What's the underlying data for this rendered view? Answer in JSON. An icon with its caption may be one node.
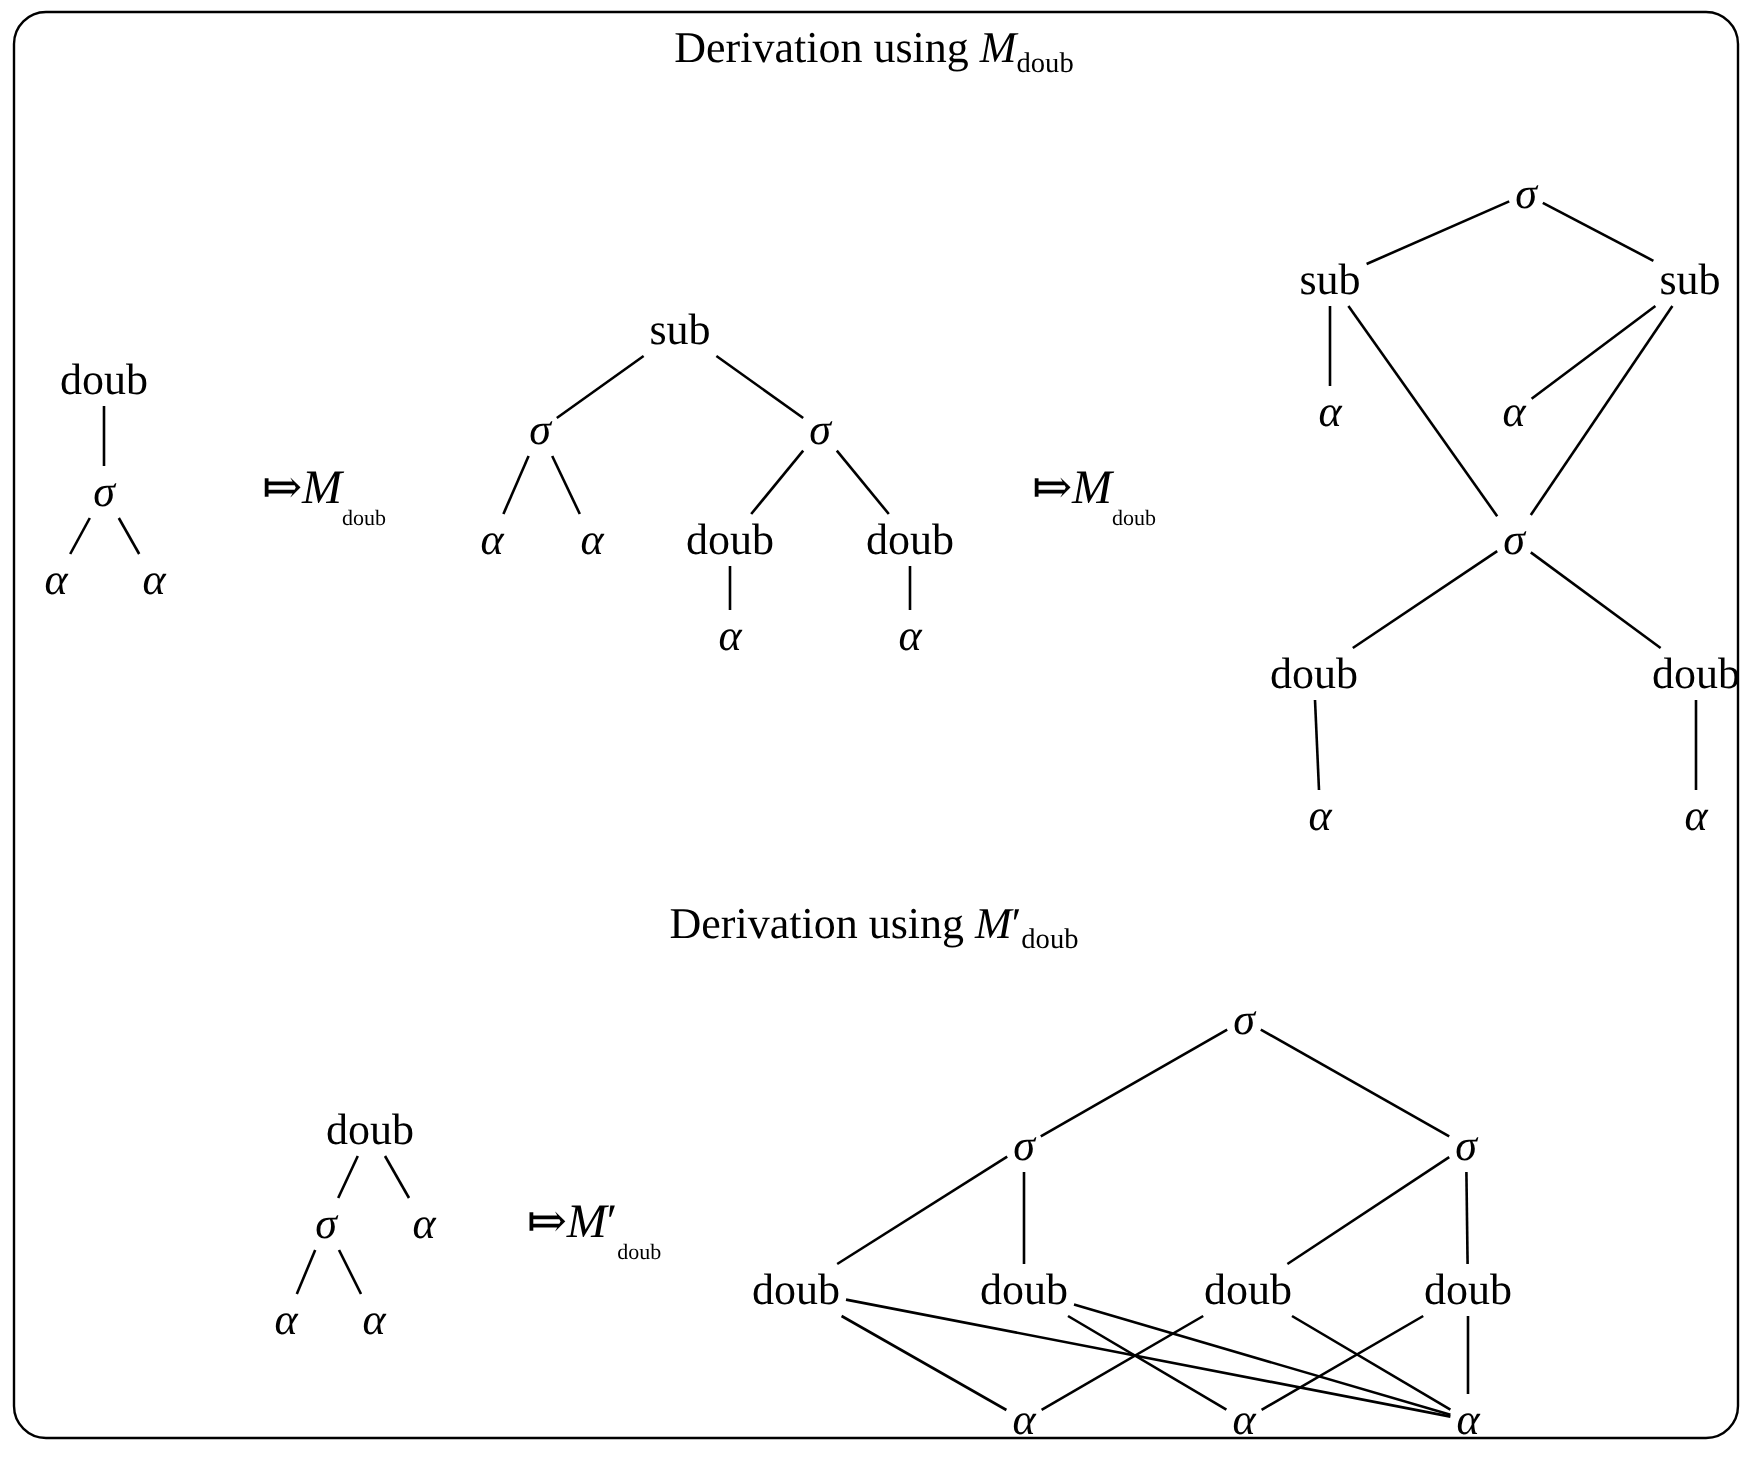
{
  "diagram": {
    "title": "Derivation using *M*$_{doub}$",
    "nodes": [
      {
        "text": [
          "doub"
        ]
      },
      {
        "text": [
          "σ"
        ]
      },
      {
        "text": [
          "α"
        ]
      },
      {
        "text": [
          "α"
        ]
      },
      {
        "text": [
          "sub"
        ]
      },
      {
        "text": [
          "σ"
        ]
      },
      {
        "text": [
          "σ"
        ]
      },
      {
        "text": [
          "α"
        ]
      },
      {
        "text": [
          "α"
        ]
      },
      {
        "text": [
          "doub"
        ]
      },
      {
        "text": [
          "doub"
        ]
      },
      {
        "text": [
          "α"
        ]
      },
      {
        "text": [
          "α"
        ]
      },
      {
        "text": [
          "σ"
        ]
      },
      {
        "text": [
          "sub"
        ]
      },
      {
        "text": [
          "sub"
        ]
      },
      {
        "text": [
          "α"
        ]
      },
      {
        "text": [
          "α"
        ]
      },
      {
        "text": [
          "σ"
        ]
      },
      {
        "text": [
          "doub"
        ]
      },
      {
        "text": [
          "doub"
        ]
      },
      {
        "text": [
          "α"
        ]
      },
      {
        "text": [
          "α"
        ]
      },
      {
        "text": [
          "doub"
        ]
      },
      {
        "text": [
          "σ"
        ]
      },
      {
        "text": [
          "α"
        ]
      },
      {
        "text": [
          "α"
        ]
      },
      {
        "text": [
          "α"
        ]
      },
      {
        "text": [
          "σ"
        ]
      },
      {
        "text": [
          "σ"
        ]
      },
      {
        "text": [
          "σ"
        ]
      },
      {
        "text": [
          "doub"
        ]
      },
      {
        "text": [
          "doub"
        ]
      },
      {
        "text": [
          "doub"
        ]
      },
      {
        "text": [
          "doub"
        ]
      },
      {
        "text": [
          "α"
        ]
      },
      {
        "text": [
          "α"
        ]
      },
      {
        "text": [
          "α"
        ]
      }
    ],
    "edges": [
      {
        "from": 0,
        "to": 1,
        "arrow": "none"
      },
      {
        "from": 1,
        "to": 2,
        "arrow": "none"
      },
      {
        "from": 1,
        "to": 3,
        "arrow": "none"
      },
      {
        "from": 4,
        "to": 5,
        "arrow": "none"
      },
      {
        "from": 4,
        "to": 6,
        "arrow": "none"
      },
      {
        "from": 5,
        "to": 7,
        "arrow": "none"
      },
      {
        "from": 5,
        "to": 8,
        "arrow": "none"
      },
      {
        "from": 6,
        "to": 9,
        "arrow": "none"
      },
      {
        "from": 6,
        "to": 10,
        "arrow": "none"
      },
      {
        "from": 9,
        "to": 11,
        "arrow": "none"
      },
      {
        "from": 10,
        "to": 12,
        "arrow": "none"
      },
      {
        "from": 13,
        "to": 14,
        "arrow": "none"
      },
      {
        "from": 13,
        "to": 15,
        "arrow": "none"
      },
      {
        "from": 14,
        "to": 16,
        "arrow": "none"
      },
      {
        "from": 14,
        "to": 18,
        "arrow": "none"
      },
      {
        "from": 15,
        "to": 17,
        "arrow": "none"
      },
      {
        "from": 15,
        "to": 18,
        "arrow": "none"
      },
      {
        "from": 18,
        "to": 19,
        "arrow": "none"
      },
      {
        "from": 18,
        "to": 20,
        "arrow": "none"
      },
      {
        "from": 19,
        "to": 21,
        "arrow": "none"
      },
      {
        "from": 20,
        "to": 22,
        "arrow": "none"
      },
      {
        "from": 23,
        "to": 24,
        "arrow": "none"
      },
      {
        "from": 23,
        "to": 25,
        "arrow": "none"
      },
      {
        "from": 24,
        "to": 26,
        "arrow": "none"
      },
      {
        "from": 24,
        "to": 27,
        "arrow": "none"
      },
      {
        "from": 28,
        "to": 29,
        "arrow": "none"
      },
      {
        "from": 28,
        "to": 30,
        "arrow": "none"
      },
      {
        "from": 29,
        "to": 31,
        "arrow": "none"
      },
      {
        "from": 29,
        "to": 32,
        "arrow": "none"
      },
      {
        "from": 30,
        "to": 33,
        "arrow": "none"
      },
      {
        "from": 30,
        "to": 34,
        "arrow": "none"
      },
      {
        "from": 31,
        "to": 35,
        "arrow": "none"
      },
      {
        "from": 31,
        "to": 37,
        "arrow": "none"
      },
      {
        "from": 32,
        "to": 36,
        "arrow": "none"
      },
      {
        "from": 32,
        "to": 37,
        "arrow": "none"
      },
      {
        "from": 33,
        "to": 35,
        "arrow": "none"
      },
      {
        "from": 33,
        "to": 37,
        "arrow": "none"
      },
      {
        "from": 34,
        "to": 36,
        "arrow": "none"
      },
      {
        "from": 34,
        "to": 37,
        "arrow": "none"
      }
    ],
    "labels": [
      "⤇*M*$_{doub}$",
      "⤇*M*$_{doub}$",
      "Derivation using *M*′$_{doub}$",
      "⤇*M*′$_{doub}$"
    ]
  }
}
